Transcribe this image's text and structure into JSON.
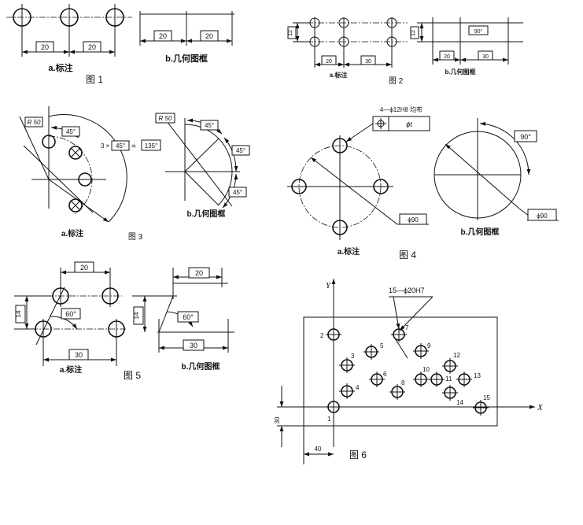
{
  "figures": {
    "fig1": {
      "dims": [
        "20",
        "20"
      ],
      "label_a": "a.标注",
      "label_b": "b.几何图框",
      "caption": "图 1"
    },
    "fig2": {
      "dims": [
        "12",
        "20",
        "30"
      ],
      "angle": "90°",
      "label_a": "a.标注",
      "label_b": "b.几何图框",
      "caption": "图 2"
    },
    "fig3": {
      "radius": "R 50",
      "angle": "45°",
      "count_prefix": "3 ×",
      "equals": "=",
      "total_angle": "135°",
      "label_a": "a.标注",
      "label_b": "b.几何图框",
      "caption": "图 3"
    },
    "fig4": {
      "hole_spec": "4—ϕ12H8 均布",
      "tolerance": "ϕt",
      "diameter": "ϕ90",
      "angle": "90°",
      "label_a": "a.标注",
      "label_b": "b.几何图框",
      "caption": "图 4"
    },
    "fig5": {
      "dims": [
        "20",
        "30",
        "14"
      ],
      "angle": "60°",
      "label_a": "a.标注",
      "label_b": "b.几何图框",
      "caption": "图 5"
    },
    "fig6": {
      "axis_x": "X",
      "axis_y": "Y",
      "hole_spec": "15—ϕ20H7",
      "holes": [
        "1",
        "2",
        "3",
        "4",
        "5",
        "6",
        "7",
        "8",
        "9",
        "10",
        "11",
        "12",
        "13",
        "14",
        "15"
      ],
      "dims": [
        "30",
        "40"
      ],
      "caption": "图 6"
    }
  }
}
